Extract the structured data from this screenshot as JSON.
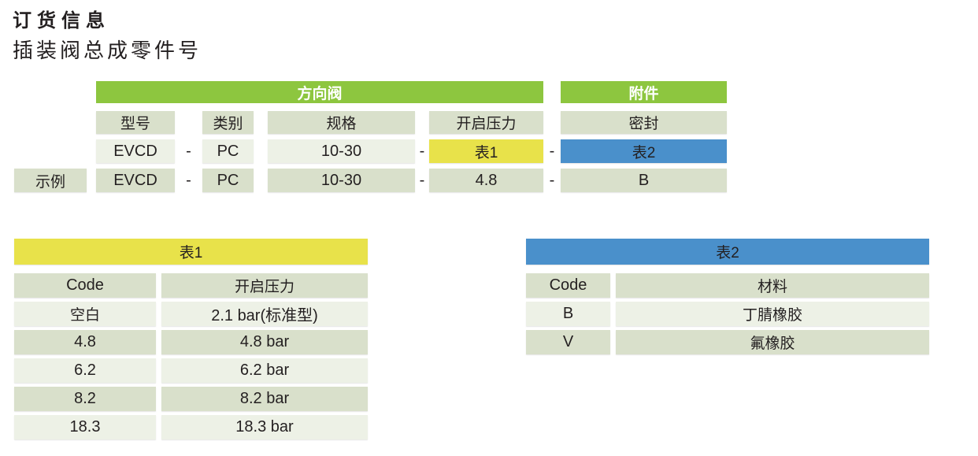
{
  "page": {
    "title": "订货信息",
    "subtitle": "插装阀总成零件号"
  },
  "colors": {
    "green_header": "#8dc63f",
    "yellow": "#e8e24a",
    "blue": "#4a90cb",
    "cell_dark": "#d9e0cb",
    "cell_light": "#edf1e6",
    "text": "#231f20"
  },
  "part_number_table": {
    "separator": "-",
    "groups": {
      "directional_valve": "方向阀",
      "accessories": "附件"
    },
    "headers": {
      "model": "型号",
      "category": "类别",
      "size": "规格",
      "cracking_pressure": "开启压力",
      "seal": "密封"
    },
    "code_row": {
      "model": "EVCD",
      "category": "PC",
      "size": "10-30",
      "cracking_pressure": "表1",
      "seal": "表2"
    },
    "example_row": {
      "label": "示例",
      "model": "EVCD",
      "category": "PC",
      "size": "10-30",
      "cracking_pressure": "4.8",
      "seal": "B"
    }
  },
  "table1": {
    "title": "表1",
    "headers": {
      "code": "Code",
      "value": "开启压力"
    },
    "rows": [
      {
        "code": "空白",
        "value": "2.1 bar(标准型)"
      },
      {
        "code": "4.8",
        "value": "4.8 bar"
      },
      {
        "code": "6.2",
        "value": "6.2 bar"
      },
      {
        "code": "8.2",
        "value": "8.2 bar"
      },
      {
        "code": "18.3",
        "value": "18.3 bar"
      }
    ]
  },
  "table2": {
    "title": "表2",
    "headers": {
      "code": "Code",
      "value": "材料"
    },
    "rows": [
      {
        "code": "B",
        "value": "丁腈橡胶"
      },
      {
        "code": "V",
        "value": "氟橡胶"
      }
    ]
  }
}
